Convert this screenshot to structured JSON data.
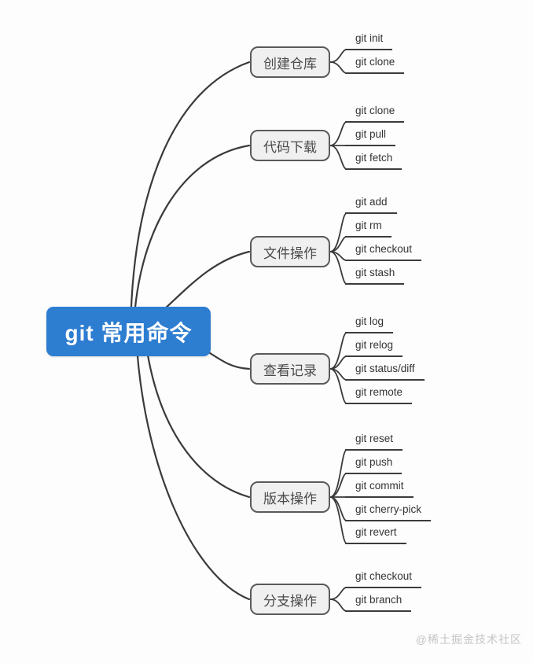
{
  "root": {
    "label": "git 常用命令"
  },
  "branches": [
    {
      "label": "创建仓库",
      "children": [
        "git init",
        "git clone"
      ]
    },
    {
      "label": "代码下载",
      "children": [
        "git clone",
        "git pull",
        "git fetch"
      ]
    },
    {
      "label": "文件操作",
      "children": [
        "git add",
        "git rm",
        "git checkout",
        "git stash"
      ]
    },
    {
      "label": "查看记录",
      "children": [
        "git log",
        "git relog",
        "git status/diff",
        "git remote"
      ]
    },
    {
      "label": "版本操作",
      "children": [
        "git reset",
        "git push",
        "git commit",
        "git cherry-pick",
        "git revert"
      ]
    },
    {
      "label": "分支操作",
      "children": [
        "git checkout",
        "git branch"
      ]
    }
  ],
  "watermark": "@稀土掘金技术社区",
  "colors": {
    "root_fill": "#2d7dd1",
    "root_text": "#ffffff",
    "branch_fill": "#f0f0f0",
    "branch_border": "#5a5a5a",
    "line": "#3a3a3a",
    "leaf_text": "#333333",
    "watermark_text": "#c5c5c5"
  }
}
